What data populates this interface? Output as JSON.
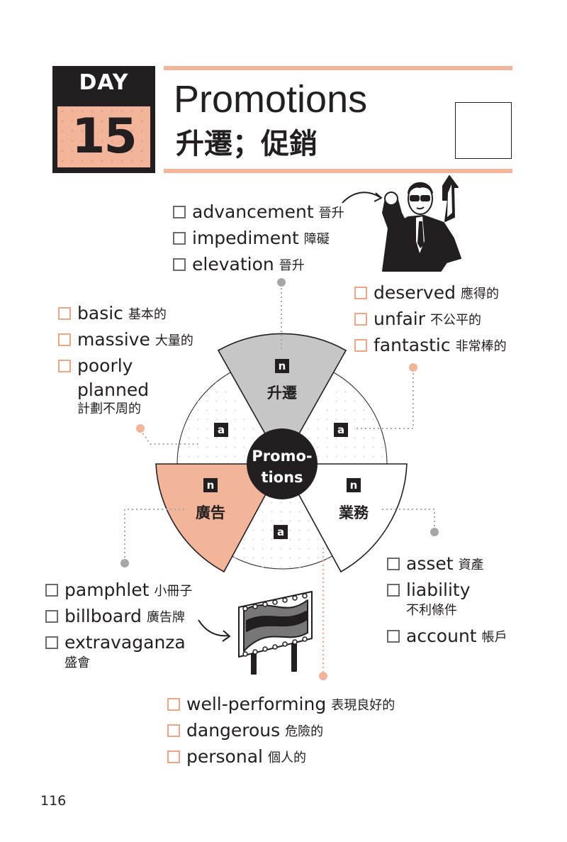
{
  "header": {
    "day_label": "DAY",
    "day_number": "15",
    "title_en": "Promotions",
    "title_zh": "升遷；促銷"
  },
  "wheel": {
    "center": [
      "Promo-",
      "tions"
    ],
    "segments": {
      "top": {
        "pos": "n",
        "label": "升遷"
      },
      "left": {
        "pos": "n",
        "label": "廣告"
      },
      "right": {
        "pos": "n",
        "label": "業務"
      }
    },
    "adj_marker": "a"
  },
  "lists": {
    "top": [
      {
        "en": "advancement",
        "zh": "晉升"
      },
      {
        "en": "impediment",
        "zh": "障礙"
      },
      {
        "en": "elevation",
        "zh": "晉升"
      }
    ],
    "top_right": [
      {
        "en": "deserved",
        "zh": "應得的"
      },
      {
        "en": "unfair",
        "zh": "不公平的"
      },
      {
        "en": "fantastic",
        "zh": "非常棒的"
      }
    ],
    "top_left": [
      {
        "en": "basic",
        "zh": "基本的"
      },
      {
        "en": "massive",
        "zh": "大量的"
      },
      {
        "en": "poorly",
        "en2": "planned",
        "zh": "計劃不周的"
      }
    ],
    "bottom_left": [
      {
        "en": "pamphlet",
        "zh": "小冊子"
      },
      {
        "en": "billboard",
        "zh": "廣告牌"
      },
      {
        "en": "extravaganza",
        "zh": "盛會"
      }
    ],
    "bottom_right": [
      {
        "en": "asset",
        "zh": "資產"
      },
      {
        "en": "liability",
        "zh": "不利條件"
      },
      {
        "en": "account",
        "zh": "帳戶"
      }
    ],
    "bottom": [
      {
        "en": "well-performing",
        "zh": "表現良好的"
      },
      {
        "en": "dangerous",
        "zh": "危險的"
      },
      {
        "en": "personal",
        "zh": "個人的"
      }
    ]
  },
  "page_number": "116",
  "colors": {
    "accent": "#f2b59a",
    "gray": "#c6c6c6",
    "dark": "#231f20"
  },
  "illustrations": [
    "businessman-icon",
    "billboard-icon"
  ]
}
